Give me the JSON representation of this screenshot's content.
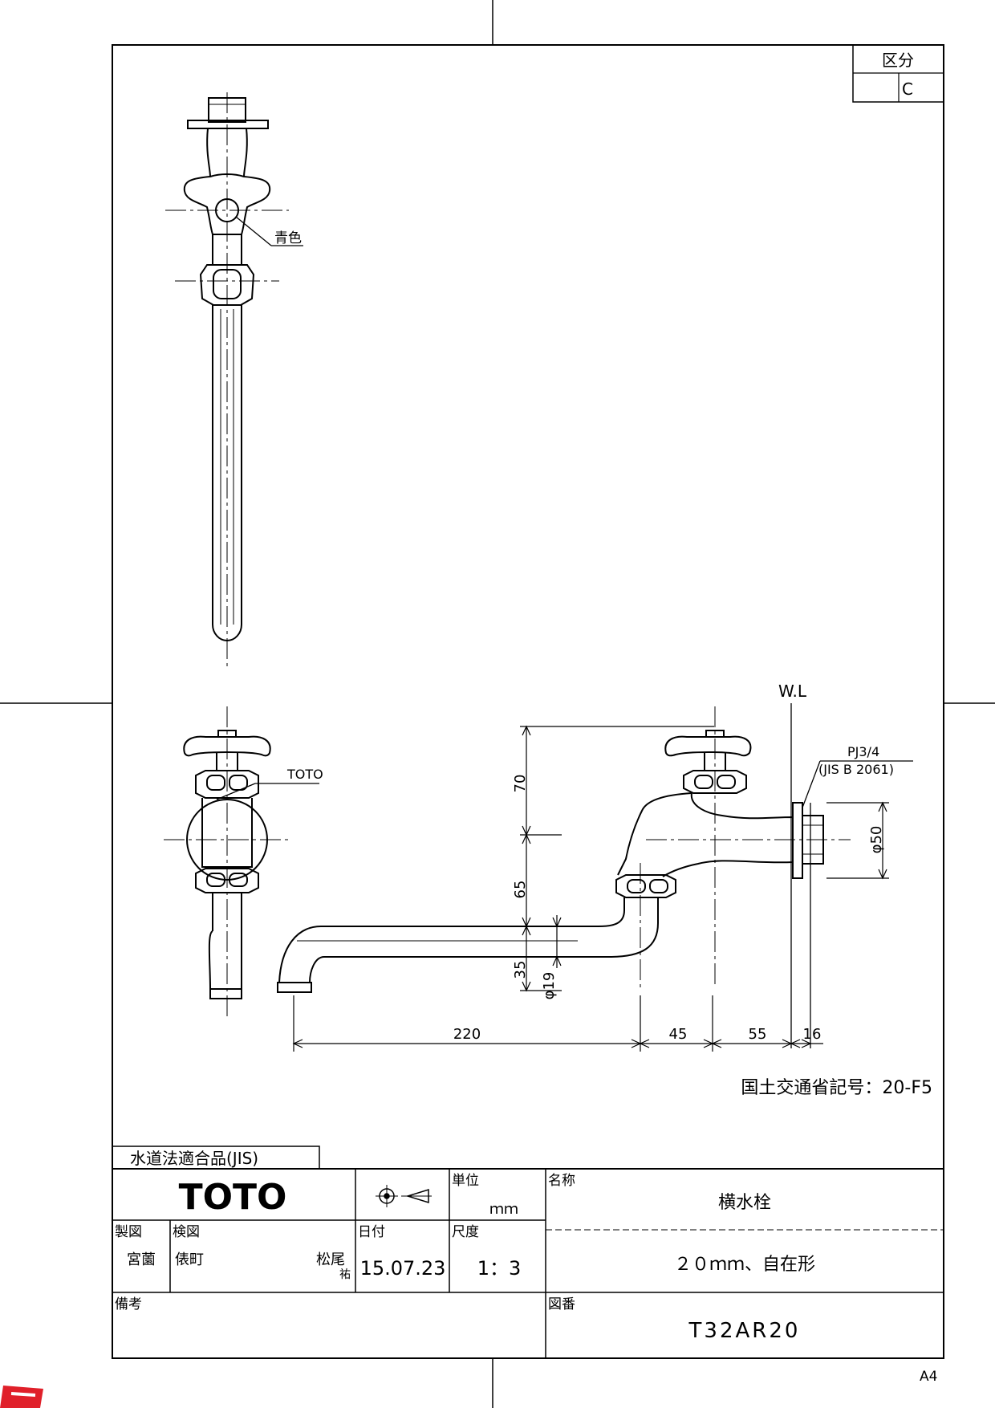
{
  "category": {
    "label": "区分",
    "value": "C"
  },
  "annotations": {
    "blue_color": "青色",
    "toto_mark": "TOTO",
    "water_level": "W.L",
    "thread_spec": "PJ3/4",
    "thread_standard": "(JIS B 2061)",
    "ministry_code": "国土交通省記号：20-F5"
  },
  "dimensions": {
    "d70": "70",
    "d65": "65",
    "d35": "35",
    "phi19": "φ19",
    "phi50": "φ50",
    "d220": "220",
    "d45": "45",
    "d55": "55",
    "d16": "16"
  },
  "title_block": {
    "compliance": "水道法適合品(JIS)",
    "brand": "TOTO",
    "unit_label": "単位",
    "unit_value": "ｍｍ",
    "name_label": "名称",
    "name_value": "横水栓",
    "drawn_label": "製図",
    "drawn_name": "宮薗",
    "checked_label": "検図",
    "checked_name": "俵町",
    "approved_name": "松尾",
    "approved_name2": "祐",
    "date_label": "日付",
    "date_value": "15.07.23",
    "scale_label": "尺度",
    "scale_value": "1：3",
    "spec_value": "２０ｍｍ、自在形",
    "remarks_label": "備考",
    "drawing_no_label": "図番",
    "drawing_no_value": "T32AR20"
  },
  "paper_size": "A4",
  "colors": {
    "line": "#000000",
    "background": "#ffffff",
    "logo_red": "#e0202a"
  }
}
